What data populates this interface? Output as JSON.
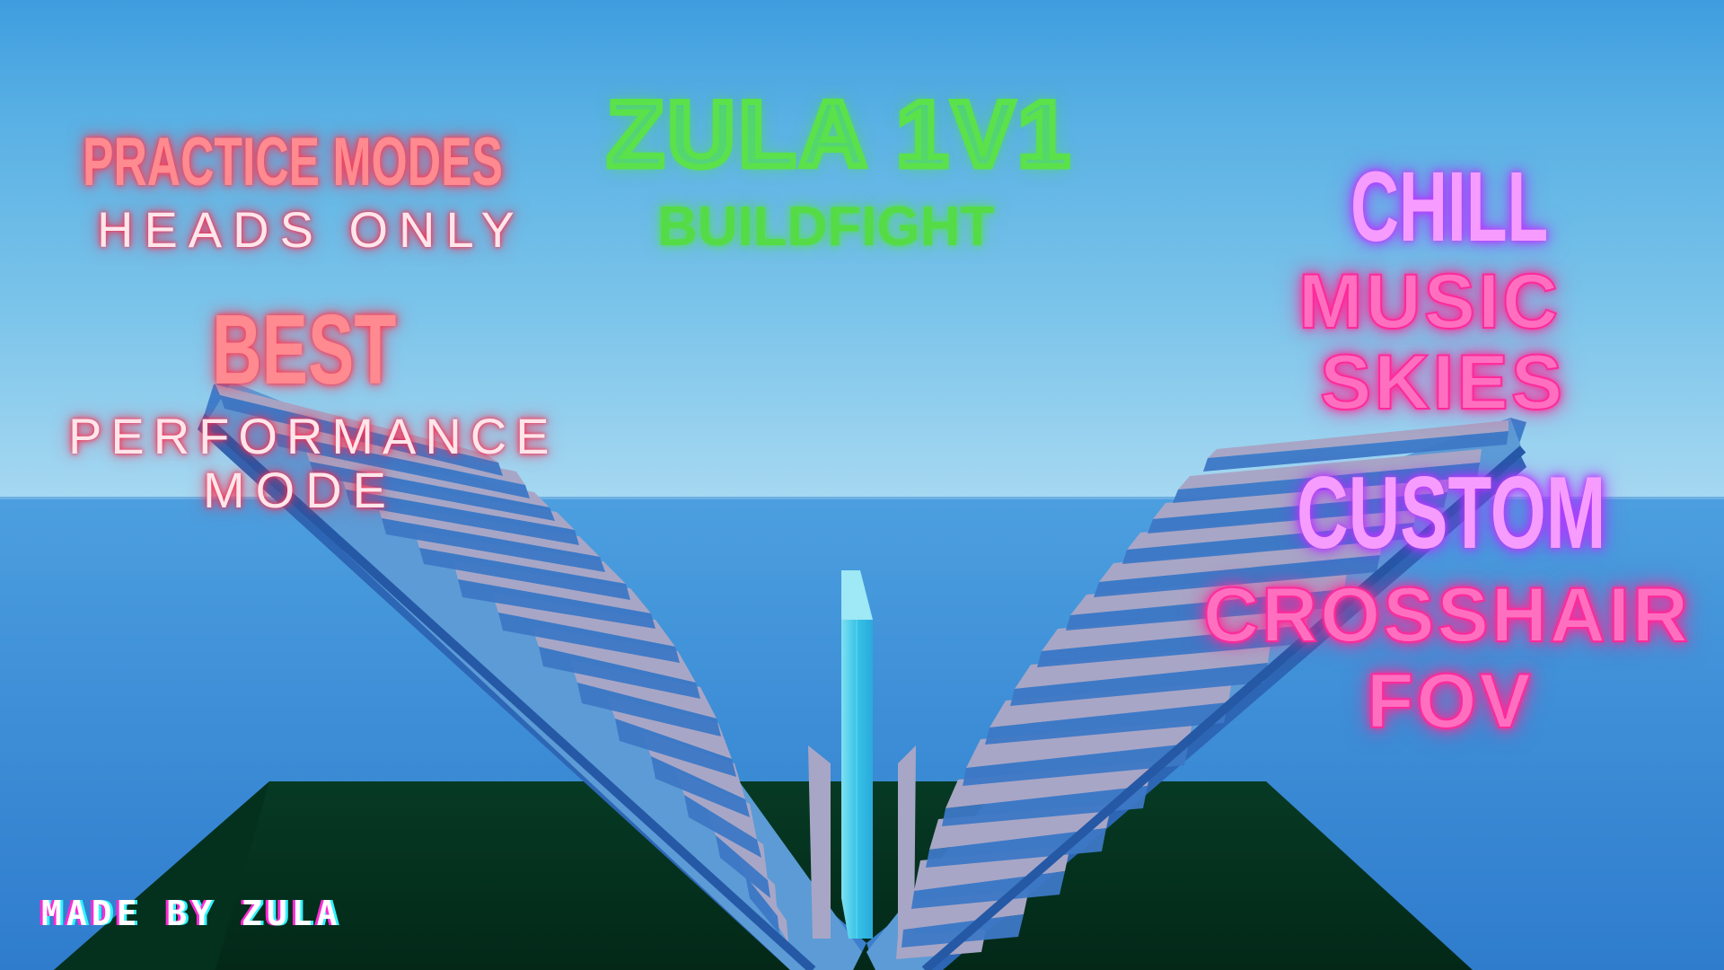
{
  "thumbnail": {
    "title": "ZULA 1V1",
    "subtitle": "BUILDFIGHT",
    "left_features": {
      "practice_heading": "PRACTICE MODES",
      "practice_item": "HEADS ONLY",
      "best_heading": "BEST",
      "performance_line1": "PERFORMANCE",
      "performance_line2": "MODE"
    },
    "right_features": {
      "chill_heading": "CHILL",
      "chill_item1": "MUSIC",
      "chill_item2": "SKIES",
      "custom_heading": "CUSTOM",
      "custom_item1": "CROSSHAIR",
      "custom_item2": "FOV"
    },
    "credit": "MADE BY ZULA"
  },
  "scene": {
    "objects": [
      "sky",
      "ocean",
      "v-shaped-staircase",
      "glass-center-wall",
      "green-ground-platform"
    ]
  },
  "colors": {
    "sky_top": "#3f9ddf",
    "sky_horizon": "#a6d8f1",
    "ocean": "#3f90d8",
    "ground": "#04311e",
    "stair_tread": "#a6a3c4",
    "stair_riser": "#4a86cf",
    "glass_wall": "#3fc4e8",
    "title_green": "#5be14a",
    "left_text_red": "#ff8a8f",
    "right_heading_violet": "#f79cff",
    "right_item_pink": "#ff6fc0"
  }
}
